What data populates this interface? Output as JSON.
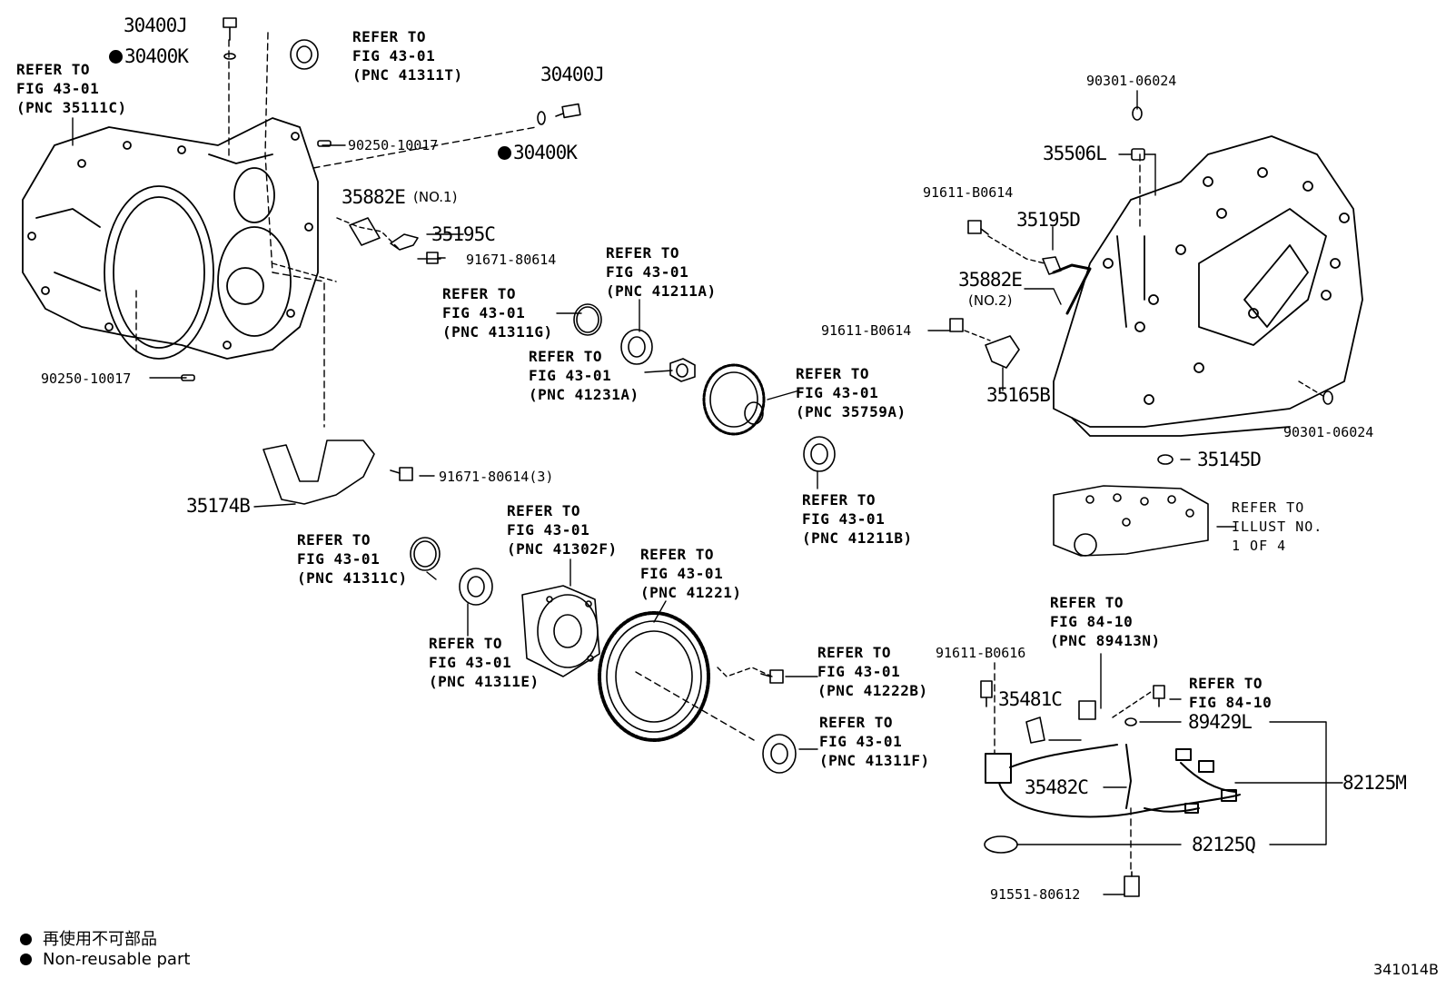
{
  "labels": {
    "p30400J_a": "30400J",
    "p30400K_a": "30400K",
    "refer_41311T": "REFER TO\nFIG 43-01\n(PNC 41311T)",
    "refer_35111C": "REFER TO\nFIG 43-01\n(PNC 35111C)",
    "p30400J_b": "30400J",
    "p90250_a": "90250-10017",
    "p30400K_b": "30400K",
    "p35882E_no1": "35882E",
    "no1": "(NO.1)",
    "p35195C": "35195C",
    "p91671_a": "91671-80614",
    "refer_41211A": "REFER TO\nFIG 43-01\n(PNC 41211A)",
    "refer_41311G": "REFER TO\nFIG 43-01\n(PNC 41311G)",
    "refer_41231A": "REFER TO\nFIG 43-01\n(PNC 41231A)",
    "p90250_b": "90250-10017",
    "refer_35759A": "REFER TO\nFIG 43-01\n(PNC 35759A)",
    "p91671_b": "91671-80614(3)",
    "p35174B": "35174B",
    "refer_41302F": "REFER TO\nFIG 43-01\n(PNC 41302F)",
    "refer_41311C": "REFER TO\nFIG 43-01\n(PNC 41311C)",
    "refer_41221": "REFER TO\nFIG 43-01\n(PNC 41221)",
    "refer_41311E": "REFER TO\nFIG 43-01\n(PNC 41311E)",
    "refer_41222B": "REFER TO\nFIG 43-01\n(PNC 41222B)",
    "refer_41311F": "REFER TO\nFIG 43-01\n(PNC 41311F)",
    "refer_41211B": "REFER TO\nFIG 43-01\n(PNC 41211B)",
    "p90301_a": "90301-06024",
    "p35506L": "35506L",
    "p91611_b0614_a": "91611-B0614",
    "p35195D": "35195D",
    "p35882E_no2": "35882E",
    "no2": "(NO.2)",
    "p91611_b0614_b": "91611-B0614",
    "p35165B": "35165B",
    "p90301_b": "90301-06024",
    "p35145D": "35145D",
    "refer_illust": "REFER TO\nILLUST NO.\n1 OF 4",
    "refer_89413N": "REFER TO\nFIG 84-10\n(PNC 89413N)",
    "p91611_b0616": "91611-B0616",
    "p35481C": "35481C",
    "refer_84_10": "REFER TO\nFIG 84-10",
    "p89429L": "89429L",
    "p82125M": "82125M",
    "p35482C": "35482C",
    "p82125Q": "82125Q",
    "p91551": "91551-80612"
  },
  "legend": {
    "jp": "再使用不可部品",
    "en": "Non-reusable part"
  },
  "figure_id": "341014B"
}
